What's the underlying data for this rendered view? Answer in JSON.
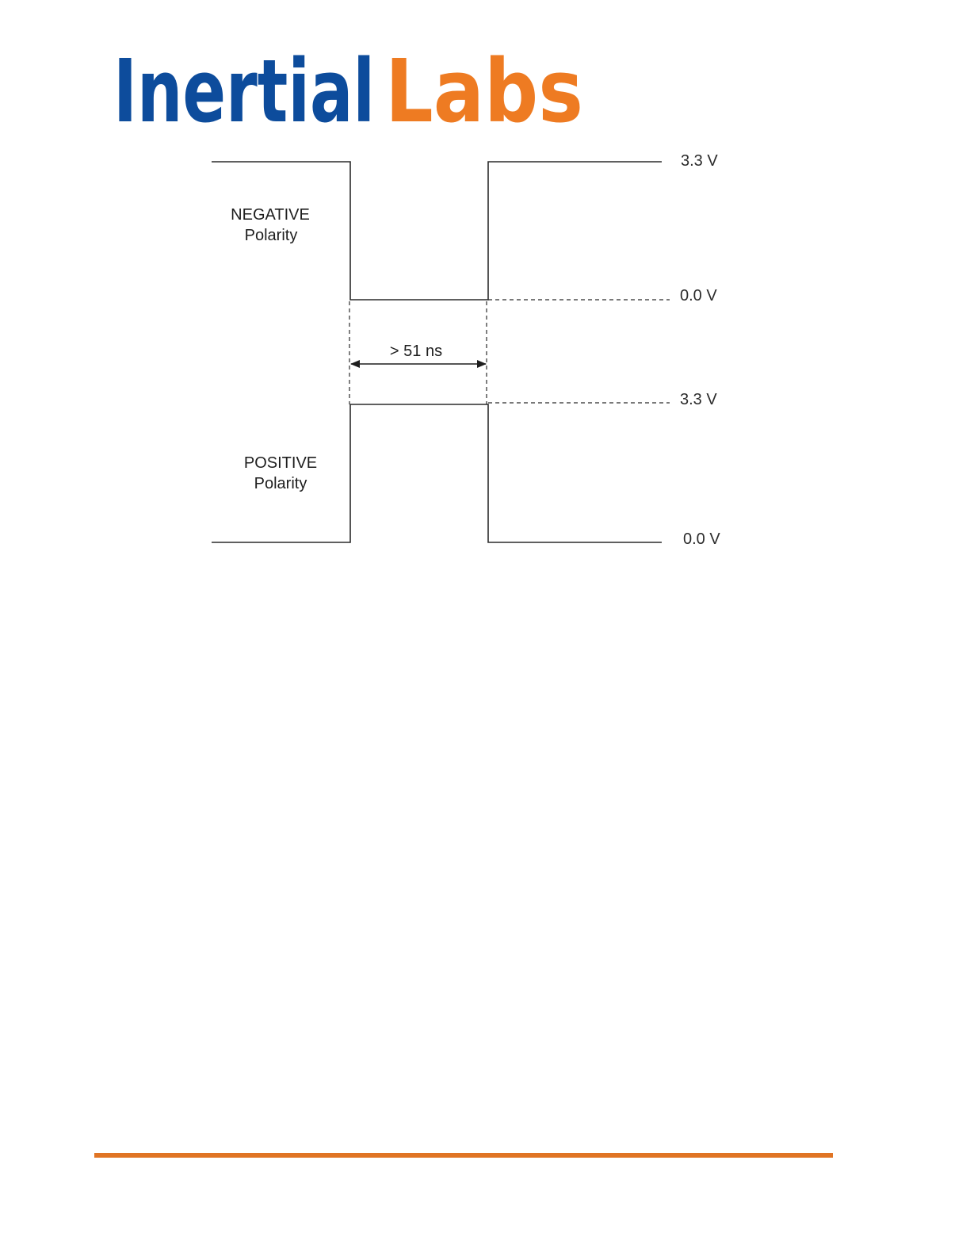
{
  "brand": {
    "word1": "Inertial",
    "word2": "Labs",
    "color1": "#0d4c9c",
    "color2": "#ee7b22"
  },
  "diagram": {
    "negative": {
      "line1": "NEGATIVE",
      "line2": "Polarity",
      "high_label": "3.3 V",
      "low_label": "0.0 V"
    },
    "positive": {
      "line1": "POSITIVE",
      "line2": "Polarity",
      "high_label": "3.3 V",
      "low_label": "0.0 V"
    },
    "pulse_width_label": "> 51 ns"
  },
  "footer": {
    "rule_color": "#e07424"
  }
}
